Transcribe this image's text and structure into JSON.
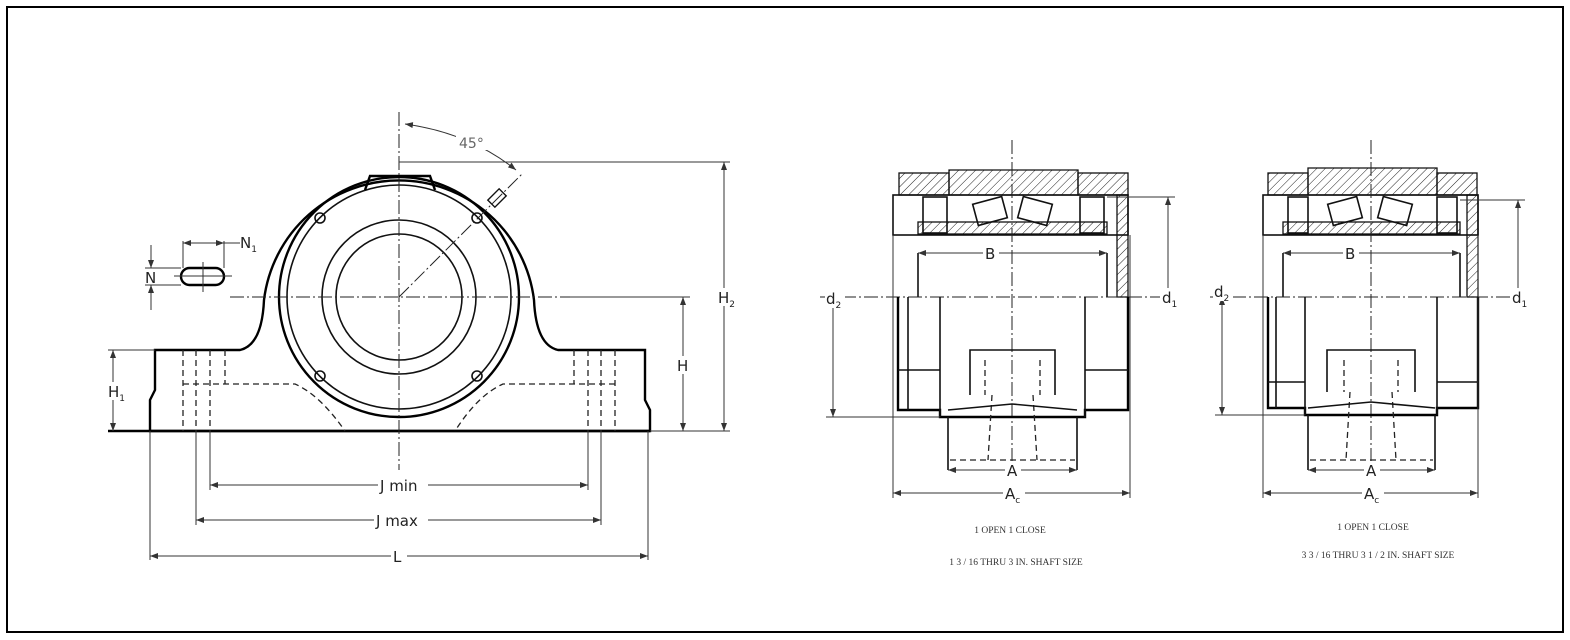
{
  "front_view": {
    "angle_label": "45°",
    "slot_height_label": "N",
    "slot_width_label": "N",
    "slot_width_sub": "1",
    "foot_height_label": "H",
    "foot_height_sub": "1",
    "center_height_label": "H",
    "total_height_label": "H",
    "total_height_sub": "2",
    "j_min_label": "J min",
    "j_max_label": "J max",
    "length_label": "L"
  },
  "section_view_small": {
    "b_label": "B",
    "a_label": "A",
    "ac_label": "A",
    "ac_sub": "c",
    "d2_label": "d",
    "d2_sub": "2",
    "d1_label": "d",
    "d1_sub": "1",
    "caption_line1": "1 OPEN 1 CLOSE",
    "caption_line2": "1 3 / 16 THRU 3 IN. SHAFT SIZE"
  },
  "section_view_large": {
    "b_label": "B",
    "a_label": "A",
    "ac_label": "A",
    "ac_sub": "c",
    "d2_label": "d",
    "d2_sub": "2",
    "d1_label": "d",
    "d1_sub": "1",
    "caption_line1": "1 OPEN 1 CLOSE",
    "caption_line2": "3 3 / 16 THRU  3 1 / 2   IN. SHAFT SIZE"
  }
}
